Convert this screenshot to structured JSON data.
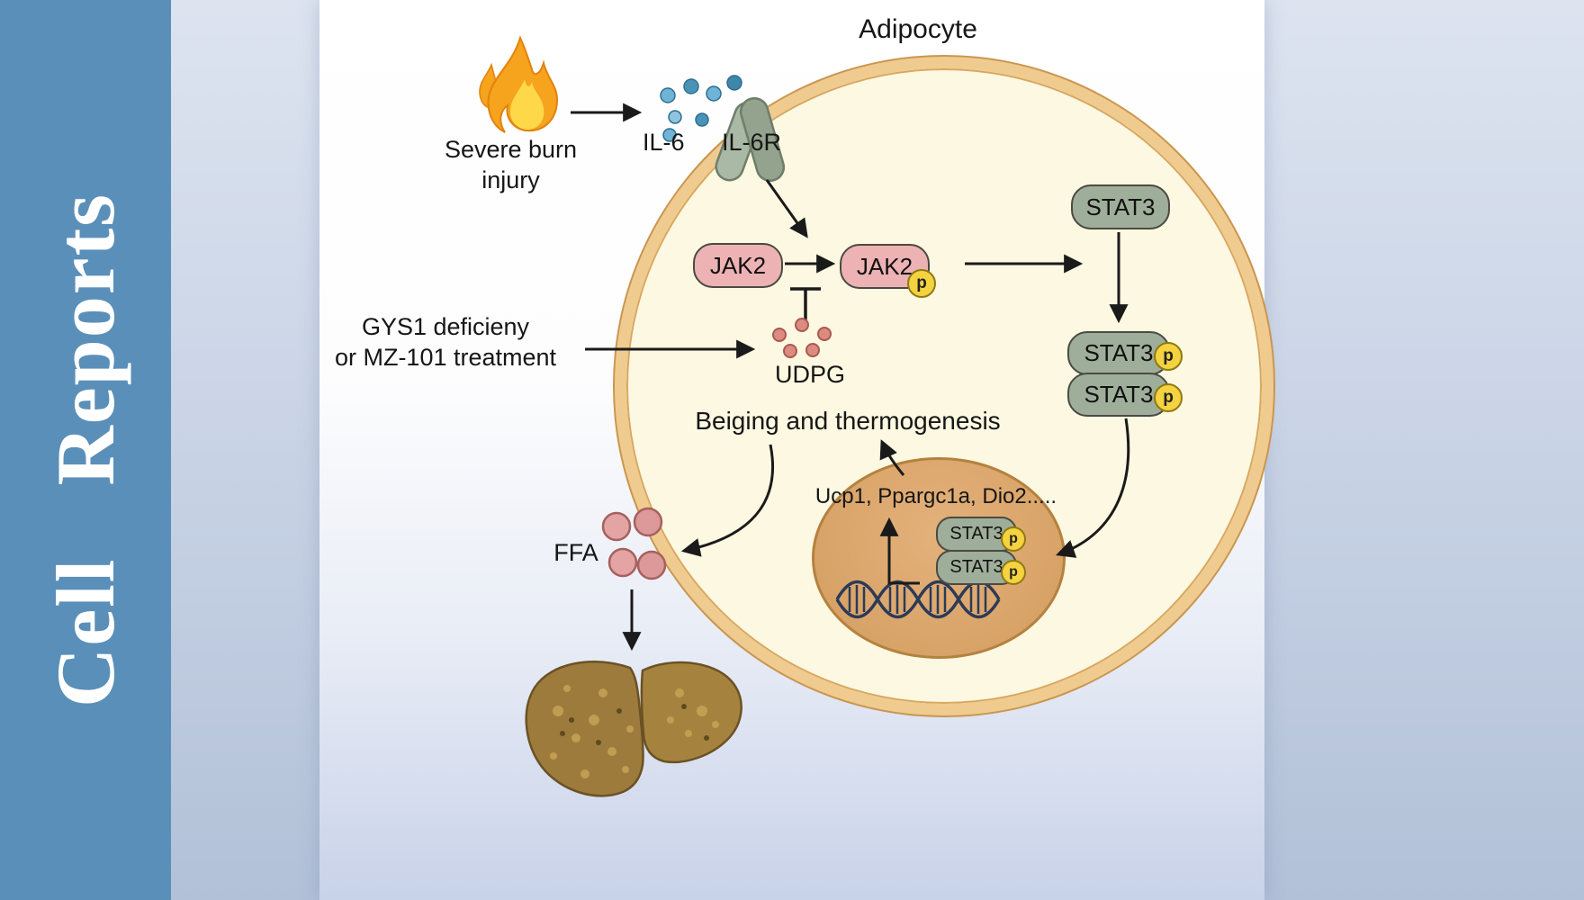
{
  "journal": {
    "title": "Cell Reports"
  },
  "colors": {
    "sidebar_blue": "#5a8fb9",
    "cell_fill": "#fcf8e1",
    "membrane_tan": "#f0cb90",
    "jak2_pink": "#edb2b4",
    "stat3_green": "#9fae9a",
    "phospho_yellow": "#f4d240",
    "nucleus_tan": "#d9a468",
    "il6_blue": "#5a9dbd",
    "udpg_red": "#dd8b80",
    "ffa_pink": "#e4a4a4"
  },
  "diagram": {
    "cell_label": "Adipocyte",
    "burn": {
      "line1": "Severe burn",
      "line2": "injury"
    },
    "il6_label": "IL-6",
    "il6r_label": "IL-6R",
    "jak2_label": "JAK2",
    "stat3_label": "STAT3",
    "phospho_label": "p",
    "gys1": {
      "line1": "GYS1 deficieny",
      "line2": "or MZ-101 treatment"
    },
    "udpg_label": "UDPG",
    "beiging_label": "Beiging and thermogenesis",
    "genes_label": "Ucp1, Ppargc1a, Dio2.....",
    "ffa_label": "FFA"
  }
}
